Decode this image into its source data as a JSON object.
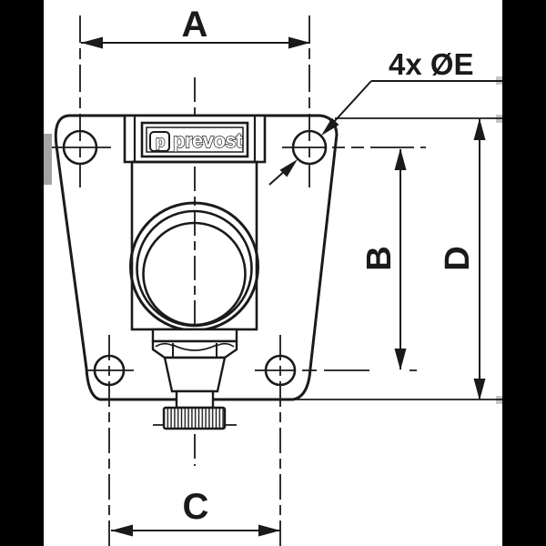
{
  "drawing": {
    "type": "technical-dimension-drawing",
    "brand": "prevost",
    "monogram": "p",
    "dimensions": {
      "top_width_label": "A",
      "hole_row_spacing_label": "B",
      "bottom_width_label": "C",
      "overall_height_label": "D",
      "hole_callout": "4x ØE"
    }
  },
  "colors": {
    "line": "#1a1a1a",
    "background": "#ffffff",
    "letterbox": "#000000",
    "artifact_gray": "#a3a3a3"
  }
}
